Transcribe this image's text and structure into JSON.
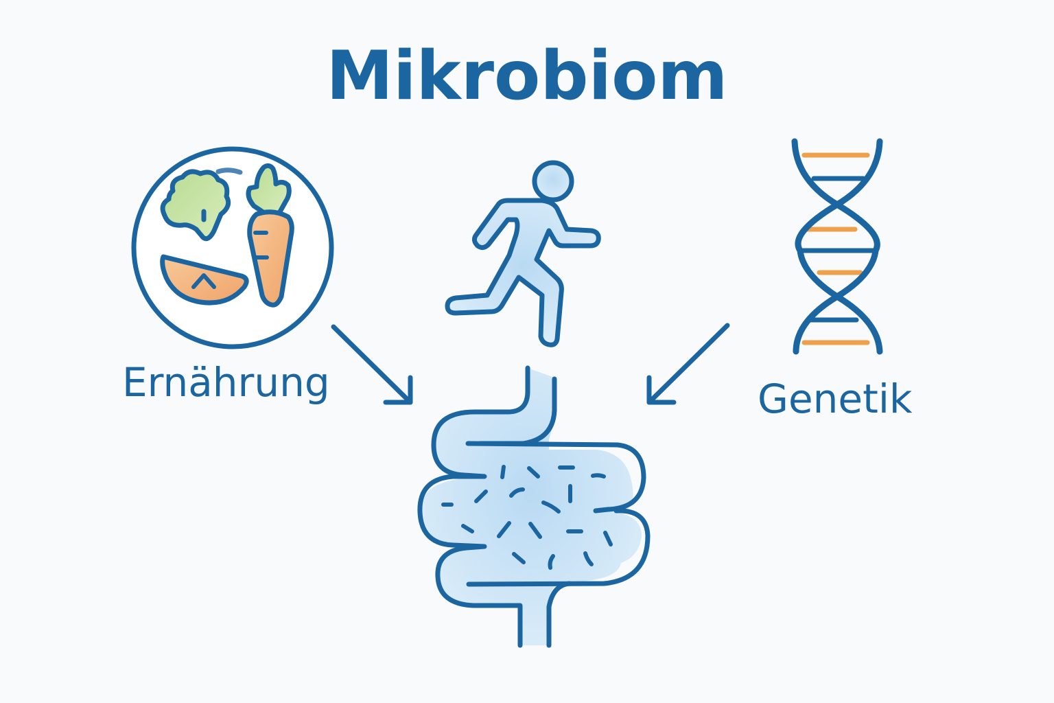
{
  "diagram": {
    "title": "Mikrobiom",
    "colors": {
      "primary_blue": "#1b65a1",
      "light_blue_fill": "#cfe5f6",
      "green_fill": "#c7e3a4",
      "orange_fill": "#f4b27a",
      "dna_orange": "#eea04a",
      "background": "#f9fafb"
    },
    "nodes": [
      {
        "id": "nutrition",
        "label": "Ernährung",
        "icon": "plate-vegetables-icon"
      },
      {
        "id": "exercise",
        "label": "",
        "icon": "running-person-icon"
      },
      {
        "id": "genetics",
        "label": "Genetik",
        "icon": "dna-helix-icon"
      },
      {
        "id": "gut",
        "label": "",
        "icon": "intestine-microbiome-icon"
      }
    ],
    "edges": [
      {
        "from": "nutrition",
        "to": "gut",
        "icon": "arrow-down-right-icon"
      },
      {
        "from": "exercise",
        "to": "gut",
        "icon": "none"
      },
      {
        "from": "genetics",
        "to": "gut",
        "icon": "arrow-down-left-icon"
      }
    ]
  }
}
